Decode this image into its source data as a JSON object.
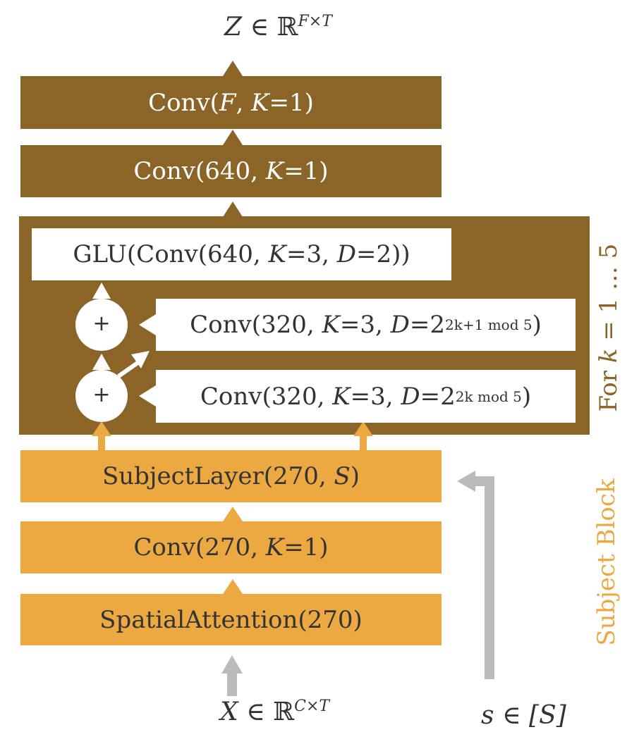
{
  "output": {
    "symbol": "Z",
    "relation": "∈",
    "space": "ℝ",
    "dims": "F×T"
  },
  "input": {
    "symbol": "X",
    "relation": "∈",
    "space": "ℝ",
    "dims": "C×T"
  },
  "subject_input": {
    "symbol": "s",
    "relation": "∈",
    "set": "[S]"
  },
  "blocks": {
    "final_conv": {
      "prefix": "Conv(",
      "var1": "F",
      "mid": ", ",
      "var2": "K",
      "suffix": "=1)"
    },
    "conv_640": {
      "prefix": "Conv(640, ",
      "var": "K",
      "suffix": "=1)"
    },
    "glu": {
      "prefix": "GLU(Conv(640, ",
      "var1": "K",
      "mid": "=3, ",
      "var2": "D",
      "suffix": "=2))"
    },
    "conv_320_a": {
      "prefix": "Conv(320, ",
      "var1": "K",
      "mid": "=3, ",
      "var2": "D",
      "eq": "=2",
      "exp_var": "2k",
      "exp_rest": "+1 mod 5",
      "suffix": ")"
    },
    "conv_320_b": {
      "prefix": "Conv(320, ",
      "var1": "K",
      "mid": "=3, ",
      "var2": "D",
      "eq": "=2",
      "exp_var": "2k",
      "exp_rest": " mod 5",
      "suffix": ")"
    },
    "subject_layer": {
      "prefix": "SubjectLayer(270, ",
      "var": "S",
      "suffix": ")"
    },
    "conv_270": {
      "prefix": "Conv(270, ",
      "var": "K",
      "suffix": "=1)"
    },
    "spatial_attention": {
      "label": "SpatialAttention(270)"
    }
  },
  "plus_sign": "+",
  "loop_label": {
    "prefix": "For ",
    "var": "k",
    "suffix": " = 1 … 5"
  },
  "subject_block_label": "Subject Block",
  "colors": {
    "brown": "#8b6428",
    "orange": "#eca941",
    "gray_arrow": "#bbbbbb",
    "text": "#333333"
  }
}
